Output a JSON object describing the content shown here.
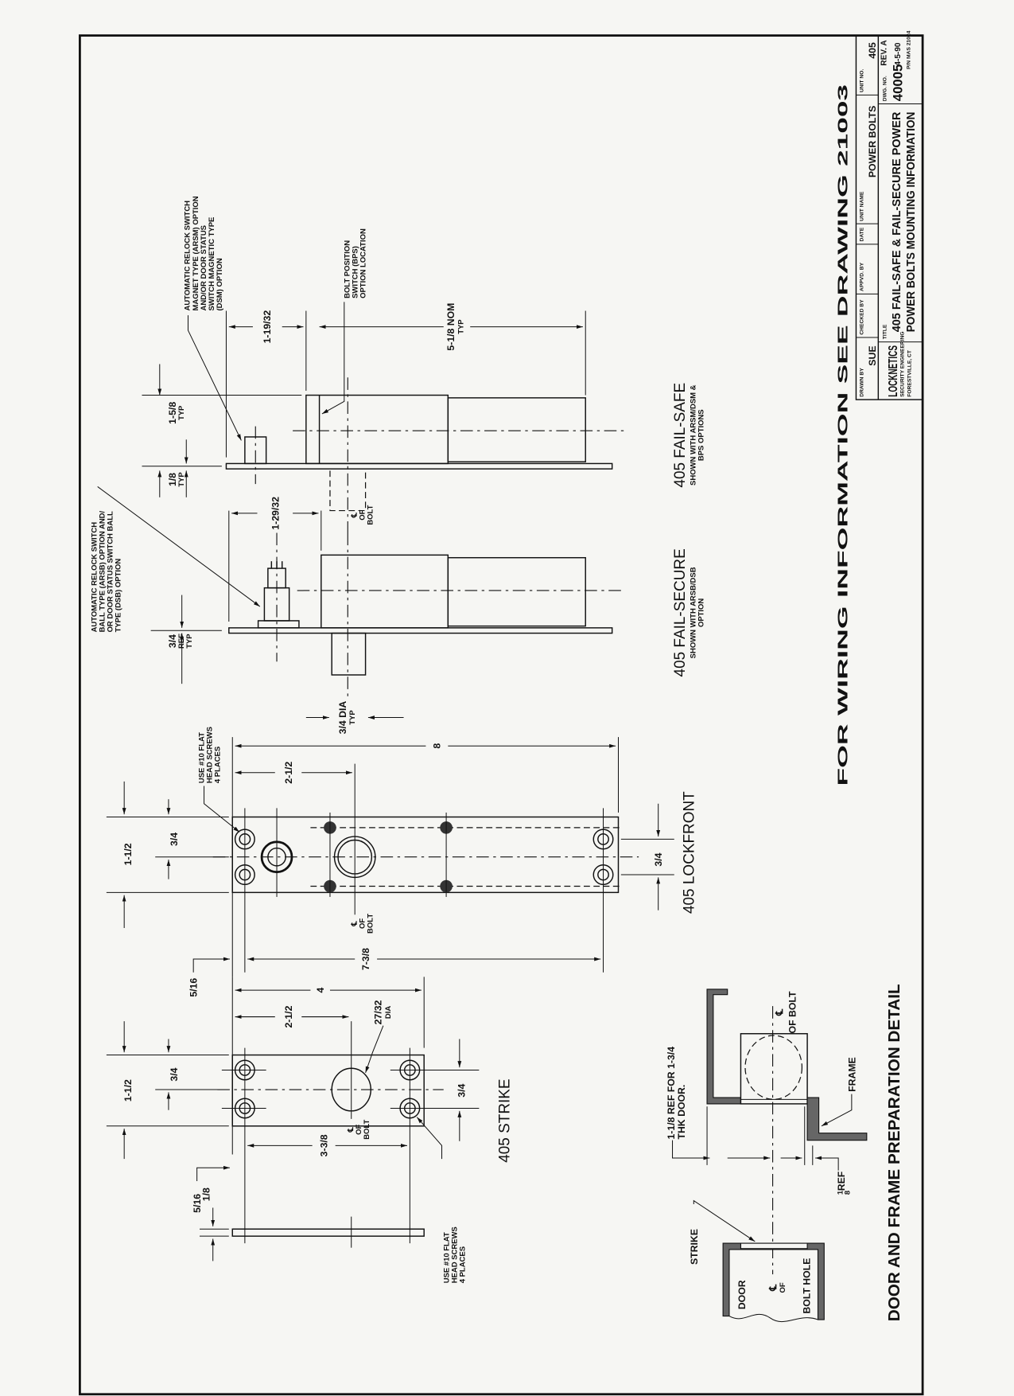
{
  "note": "FOR WIRING INFORMATION SEE DRAWING 21003",
  "title_block": {
    "drawn_by_label": "DRAWN BY",
    "drawn_by": "SUE",
    "checked_by_label": "CHECKED BY",
    "appvd_by_label": "APPVD. BY",
    "date_label": "DATE",
    "unit_name_label": "UNIT NAME",
    "unit_name": "POWER BOLTS",
    "unit_no_label": "UNIT NO.",
    "unit_no": "405",
    "company": "LOCKNETICS",
    "company_sub1": "SECURITY ENGINEERING",
    "company_sub2": "FORESTVILLE, CT",
    "title_label": "TITLE",
    "title_line1": "405 FAIL-SAFE & FAIL-SECURE POWER",
    "title_line2": "POWER BOLTS MOUNTING INFORMATION",
    "dwg_no_label": "DWG. NO.",
    "dwg_no": "40005",
    "rev": "REV. A",
    "date": "4-5-90",
    "pn": "P/N MAS 21024"
  },
  "callouts": {
    "arsm": [
      "AUTOMATIC RELOCK SWITCH",
      "MAGNET TYPE (ARSM) OPTION",
      "AND/OR DOOR STATUS",
      "SWITCH MAGNETIC TYPE",
      "(DSM) OPTION"
    ],
    "bps": [
      "BOLT POSITION",
      "SWITCH (BPS)",
      "OPTION LOCATION"
    ],
    "arsb": [
      "AUTOMATIC RELOCK SWITCH",
      "BALL TYPE (ARSB) OPTION AND/",
      "OR DOOR STATUS SWITCH BALL",
      "TYPE (DSB) OPTION"
    ],
    "lockfront_screws": [
      "USE #10 FLAT",
      "HEAD SCREWS",
      "4 PLACES"
    ],
    "strike_screws": [
      "USE #10 FLAT",
      "HEAD SCREWS",
      "4 PLACES"
    ],
    "centerline": [
      "℄",
      "OF",
      "BOLT"
    ]
  },
  "views": {
    "fail_safe": {
      "title": "405  FAIL-SAFE",
      "sub1": "SHOWN WITH ARSM/DSM &",
      "sub2": "BPS OPTIONS"
    },
    "fail_secure": {
      "title": "405  FAIL-SECURE",
      "sub1": "SHOWN WITH ARSB/DSB",
      "sub2": "OPTION"
    },
    "lockfront": {
      "title": "405  LOCKFRONT"
    },
    "strike": {
      "title": "405  STRIKE"
    },
    "detail": {
      "title": "DOOR AND FRAME PREPARATION DETAIL"
    }
  },
  "dims": {
    "fs_1_5_8": [
      "1-5/8",
      "TYP"
    ],
    "fs_1_8": [
      "1/8",
      "TYP"
    ],
    "fs_1_19_32": "1-19/32",
    "fs_5_1_8": [
      "5-1/8 NOM",
      "TYP"
    ],
    "fsec_1_29_32": "1-29/32",
    "fsec_3_4_ref": [
      "3/4",
      "REF",
      "TYP"
    ],
    "fsec_3_4_dia": [
      "3/4 DIA",
      "TYP"
    ],
    "lf_8": "8",
    "lf_2_1_2": "2-1/2",
    "lf_1_1_2": "1-1/2",
    "lf_3_4_left": "3/4",
    "lf_3_4_right": "3/4",
    "lf_7_3_8": "7-3/8",
    "lf_5_16": "5/16",
    "st_4": "4",
    "st_2_1_2": "2-1/2",
    "st_1_1_2": "1-1/2",
    "st_3_4_left": "3/4",
    "st_3_4_right": "3/4",
    "st_27_32": [
      "27/32",
      "DIA"
    ],
    "st_3_3_8": "3-3/8",
    "st_5_16": "5/16",
    "st_1_8": "1/8"
  },
  "detail": {
    "ref_note": [
      "1-1/8 REF FOR 1-3/4",
      "THK DOOR."
    ],
    "eighth_ref": [
      "1",
      "8",
      "REF"
    ],
    "frame": "FRAME",
    "strike": "STRIKE",
    "door": "DOOR",
    "bolt_hole": "BOLT HOLE",
    "cl_of_bolt": [
      "℄",
      "OF BOLT"
    ],
    "cl_of": [
      "℄",
      "OF"
    ]
  }
}
